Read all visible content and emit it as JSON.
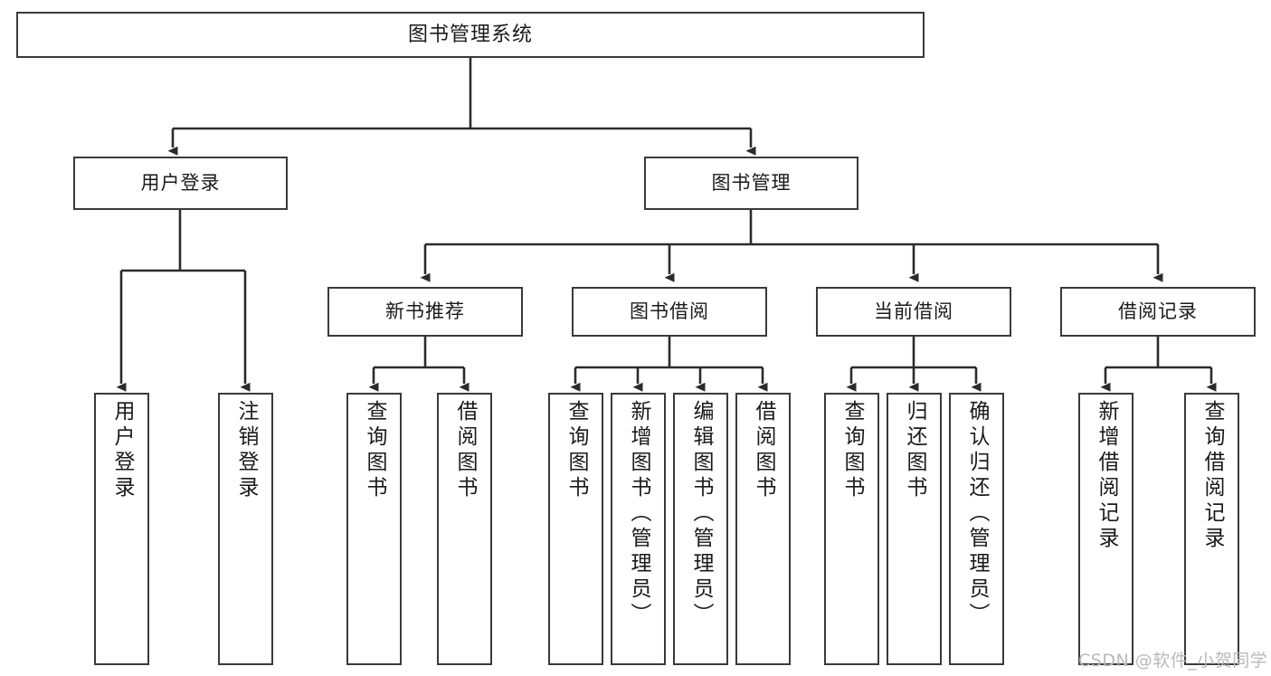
{
  "diagram": {
    "title": "图书管理系统",
    "type": "tree-hierarchy",
    "orientation": "top-down",
    "colors": {
      "box_border": "#3a3a3a",
      "box_fill": "#ffffff",
      "edge": "#2b2b2b",
      "text": "#1a1a1a",
      "background": "#ffffff",
      "watermark": "#b9b9b9"
    }
  },
  "nodes": {
    "root": {
      "label": "图书管理系统"
    },
    "level1": [
      {
        "id": "user-login",
        "label": "用户登录"
      },
      {
        "id": "book-manage",
        "label": "图书管理"
      }
    ],
    "level2": [
      {
        "id": "new-book-recommend",
        "label": "新书推荐"
      },
      {
        "id": "book-borrow",
        "label": "图书借阅"
      },
      {
        "id": "current-borrow",
        "label": "当前借阅"
      },
      {
        "id": "borrow-record",
        "label": "借阅记录"
      }
    ],
    "leaves": [
      {
        "id": "leaf-user-login",
        "label": "用户登录",
        "parent": "user-login"
      },
      {
        "id": "leaf-logout",
        "label": "注销登录",
        "parent": "user-login"
      },
      {
        "id": "leaf-query-book-1",
        "label": "查询图书",
        "parent": "new-book-recommend"
      },
      {
        "id": "leaf-borrow-book-1",
        "label": "借阅图书",
        "parent": "new-book-recommend"
      },
      {
        "id": "leaf-query-book-2",
        "label": "查询图书",
        "parent": "book-borrow"
      },
      {
        "id": "leaf-add-book",
        "label": "新增图书（管理员）",
        "parent": "book-borrow"
      },
      {
        "id": "leaf-edit-book",
        "label": "编辑图书（管理员）",
        "parent": "book-borrow"
      },
      {
        "id": "leaf-borrow-book-2",
        "label": "借阅图书",
        "parent": "book-borrow"
      },
      {
        "id": "leaf-query-book-3",
        "label": "查询图书",
        "parent": "current-borrow"
      },
      {
        "id": "leaf-return-book",
        "label": "归还图书",
        "parent": "current-borrow"
      },
      {
        "id": "leaf-confirm-return",
        "label": "确认归还（管理员）",
        "parent": "current-borrow"
      },
      {
        "id": "leaf-add-record",
        "label": "新增借阅记录",
        "parent": "borrow-record"
      },
      {
        "id": "leaf-query-record",
        "label": "查询借阅记录",
        "parent": "borrow-record"
      }
    ]
  },
  "watermark": {
    "text": "CSDN @软件_小贺同学"
  }
}
